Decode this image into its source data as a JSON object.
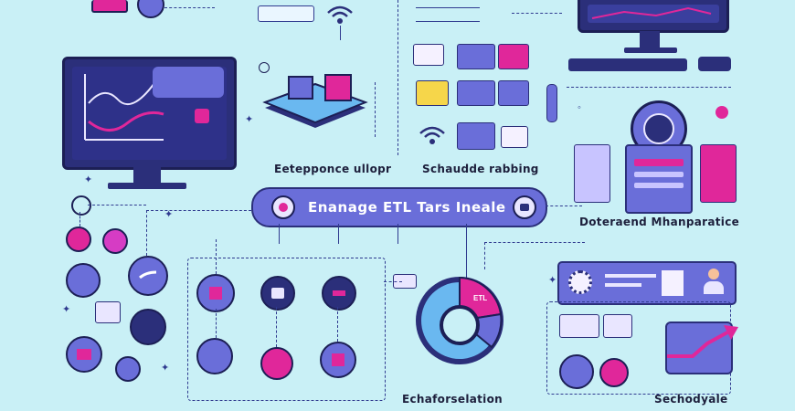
{
  "banner": {
    "title": "Enanage ETL Tars Ineale"
  },
  "labels": {
    "enterprise": "Eetepponce ullopr",
    "schedule_rabbing": "Schaudde rabbing",
    "data_maintenance": "Doteraend Mhanparatice",
    "echo_selection": "Echaforselation",
    "schedyale": "Sechodyale",
    "pie_tag": "ETL"
  },
  "icons": {
    "wifi": "wifi-icon",
    "gear": "gear-icon",
    "user": "user-icon",
    "trend": "trend-arrow-icon",
    "cubes": "cubes-icon",
    "pie": "pie-chart-icon"
  },
  "colors": {
    "background": "#c9f0f6",
    "navy": "#2b2f7a",
    "purple": "#6a6ed9",
    "magenta": "#e0279a",
    "pink": "#d63cc4"
  }
}
